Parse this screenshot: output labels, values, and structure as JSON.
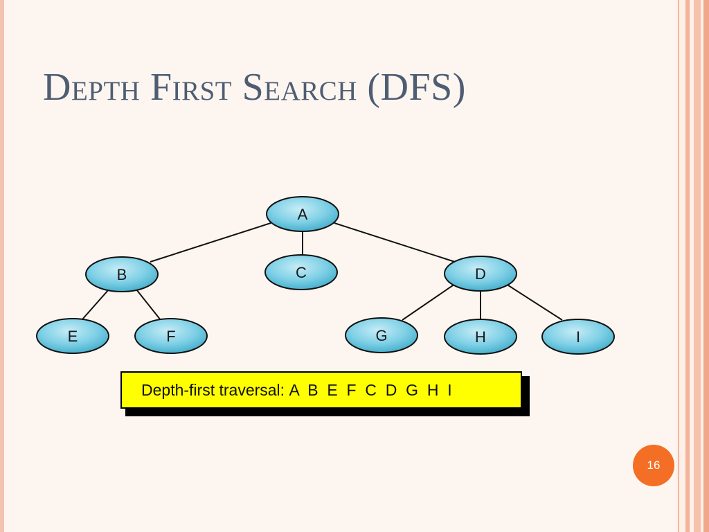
{
  "slide": {
    "title": "Depth First Search (DFS)",
    "page_number": "16"
  },
  "diagram": {
    "nodes": {
      "A": "A",
      "B": "B",
      "C": "C",
      "D": "D",
      "E": "E",
      "F": "F",
      "G": "G",
      "H": "H",
      "I": "I"
    },
    "edges": [
      [
        "A",
        "B"
      ],
      [
        "A",
        "C"
      ],
      [
        "A",
        "D"
      ],
      [
        "B",
        "E"
      ],
      [
        "B",
        "F"
      ],
      [
        "D",
        "G"
      ],
      [
        "D",
        "H"
      ],
      [
        "D",
        "I"
      ]
    ],
    "caption_label": "Depth-first traversal:",
    "traversal_order": "A  B  E  F  C  D  G  H  I"
  },
  "colors": {
    "node_fill": "#5ec4dc",
    "title": "#4f5d73",
    "caption_fill": "#ffff00",
    "badge": "#f46f25"
  }
}
